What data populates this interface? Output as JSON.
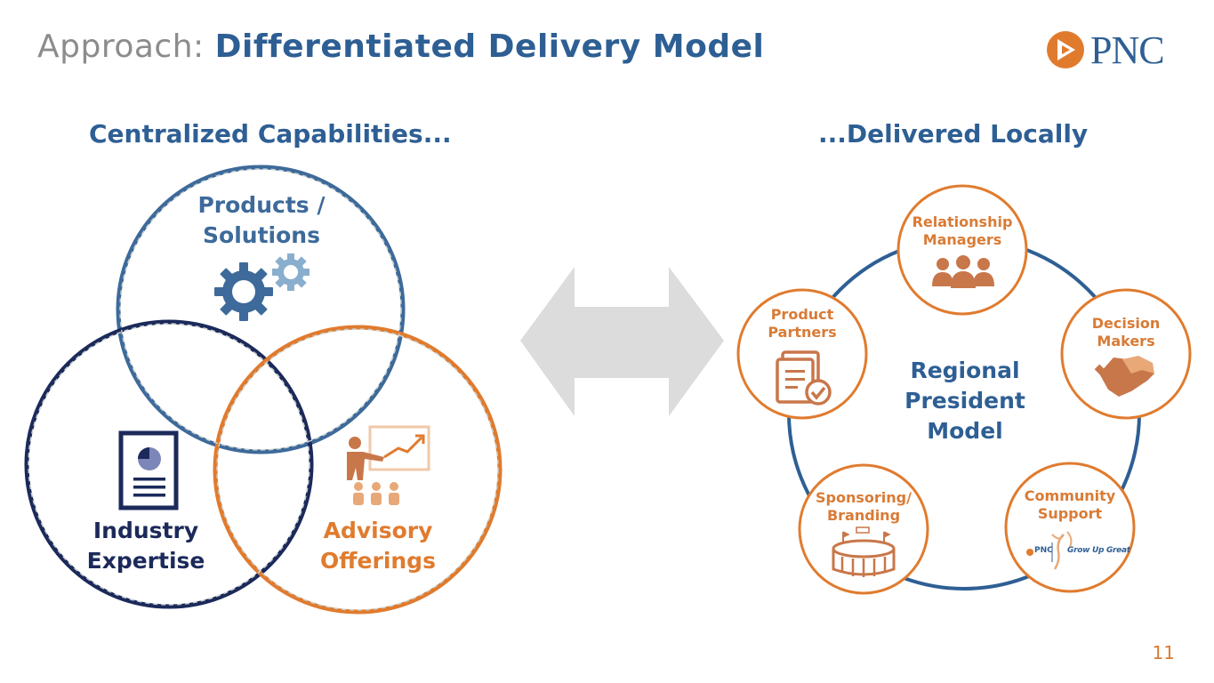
{
  "title": {
    "prefix": "Approach:",
    "main": "Differentiated Delivery Model"
  },
  "logo": {
    "text": "PNC",
    "icon": "pnc-logo-icon"
  },
  "left": {
    "heading": "Centralized Capabilities...",
    "circles": [
      {
        "label1": "Products /",
        "label2": "Solutions",
        "icon": "gears-icon",
        "color": "#3d6a9a"
      },
      {
        "label1": "Industry",
        "label2": "Expertise",
        "icon": "document-chart-icon",
        "color": "#1b2a5a"
      },
      {
        "label1": "Advisory",
        "label2": "Offerings",
        "icon": "presenter-icon",
        "color": "#e07b2e"
      }
    ]
  },
  "arrow": {
    "icon": "double-arrow-icon",
    "color": "#dcdcdc"
  },
  "right": {
    "heading": "...Delivered Locally",
    "center": {
      "line1": "Regional",
      "line2": "President",
      "line3": "Model"
    },
    "nodes": [
      {
        "line1": "Relationship",
        "line2": "Managers",
        "icon": "people-group-icon"
      },
      {
        "line1": "Decision",
        "line2": "Makers",
        "icon": "handshake-icon"
      },
      {
        "line1": "Community",
        "line2": "Support",
        "icon": "grow-up-great-logo-icon",
        "logo_left": "PNC",
        "logo_right": "Grow Up Great"
      },
      {
        "line1": "Sponsoring/",
        "line2": "Branding",
        "icon": "stadium-icon"
      },
      {
        "line1": "Product",
        "line2": "Partners",
        "icon": "checklist-document-icon"
      }
    ],
    "ring_color": "#2e5f94",
    "node_color": "#e07b2e"
  },
  "page_number": "11"
}
